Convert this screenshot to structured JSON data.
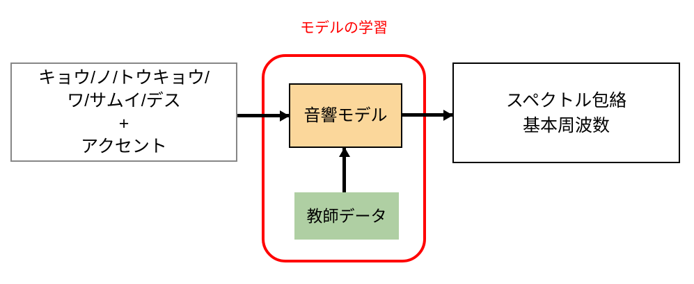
{
  "diagram": {
    "title": "モデルの学習",
    "title_color": "#ff0000",
    "group_frame_color": "#ff0000",
    "nodes": {
      "input": {
        "name": "input-text-box",
        "lines": [
          "キョウ/ノ/トウキョウ/",
          "ワ/サムイ/デス",
          "+",
          "アクセント"
        ],
        "fill": "#ffffff",
        "border": "#868686"
      },
      "model": {
        "name": "acoustic-model-box",
        "lines": [
          "音響モデル"
        ],
        "fill": "#fbd79b",
        "border": "#000000"
      },
      "teacher": {
        "name": "training-data-box",
        "lines": [
          "教師データ"
        ],
        "fill": "#afcfa3",
        "border": "none"
      },
      "output": {
        "name": "output-features-box",
        "lines": [
          "スペクトル包絡",
          "基本周波数"
        ],
        "fill": "#ffffff",
        "border": "#000000"
      }
    },
    "arrows": [
      {
        "name": "arrow-input-to-model",
        "from": "input",
        "to": "model",
        "direction": "right"
      },
      {
        "name": "arrow-model-to-output",
        "from": "model",
        "to": "output",
        "direction": "right"
      },
      {
        "name": "arrow-teacher-to-model",
        "from": "teacher",
        "to": "model",
        "direction": "up"
      }
    ]
  }
}
